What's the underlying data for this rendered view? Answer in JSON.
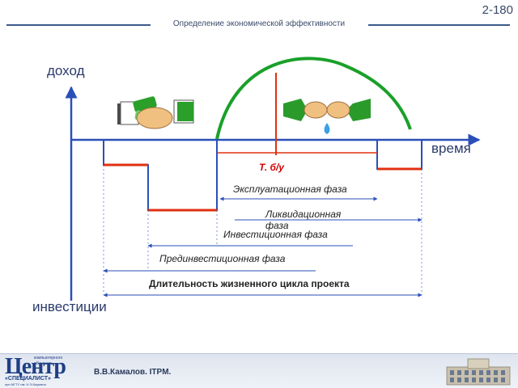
{
  "slide": {
    "number": "2-180",
    "title": "Определение экономической эффективности"
  },
  "axes": {
    "y_top_label": "доход",
    "y_bottom_label": "инвестиции",
    "x_label": "время"
  },
  "diagram": {
    "breakeven_label": "Т. б/у",
    "phases": {
      "exploitation": "Эксплуатационная фаза",
      "liquidation": "Ликвидационная фаза",
      "investment": "Инвестиционная фаза",
      "pre_investment": "Прединвестиционная фаза",
      "lifecycle": "Длительность жизненного цикла проекта"
    },
    "icons": [
      "handshake-money-icon",
      "wringing-money-icon"
    ]
  },
  "footer": {
    "logo": {
      "big": "Центр",
      "small_1": "компьютерного",
      "small_2": "обучения",
      "name": "«СПЕЦИАЛИСТ»",
      "sub": "при МГТУ им. Н.Э.Баумана"
    },
    "author": "В.В.Камалов.  ITPM."
  },
  "colors": {
    "axis": "#2a4fb8",
    "accent_red": "#e03010",
    "arc_green": "#1aa02a",
    "header_blue": "#3b5a8c"
  }
}
